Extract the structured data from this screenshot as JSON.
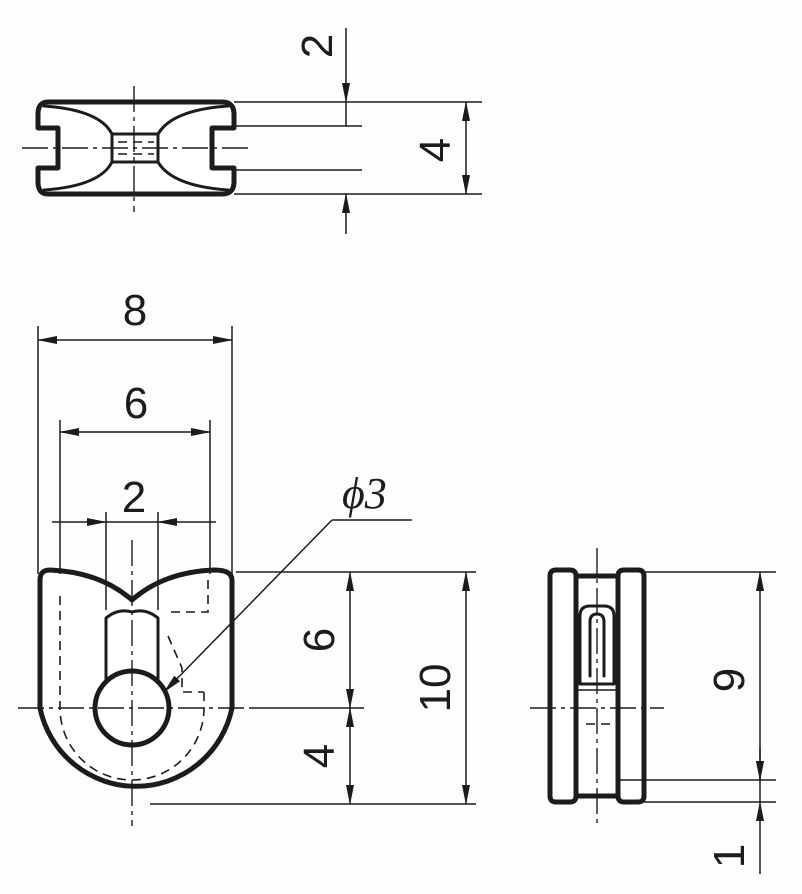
{
  "top_view": {
    "dim_height_label": "4",
    "dim_groove_label": "2"
  },
  "front_view": {
    "dim_overall_width_label": "8",
    "dim_inner_width_label": "6",
    "dim_slot_width_label": "2",
    "dim_hole_label": "ϕ3",
    "dim_upper_height_label": "6",
    "dim_lower_height_label": "4",
    "dim_total_height_label": "10"
  },
  "side_view": {
    "dim_height_label": "9",
    "dim_flange_label": "1"
  }
}
